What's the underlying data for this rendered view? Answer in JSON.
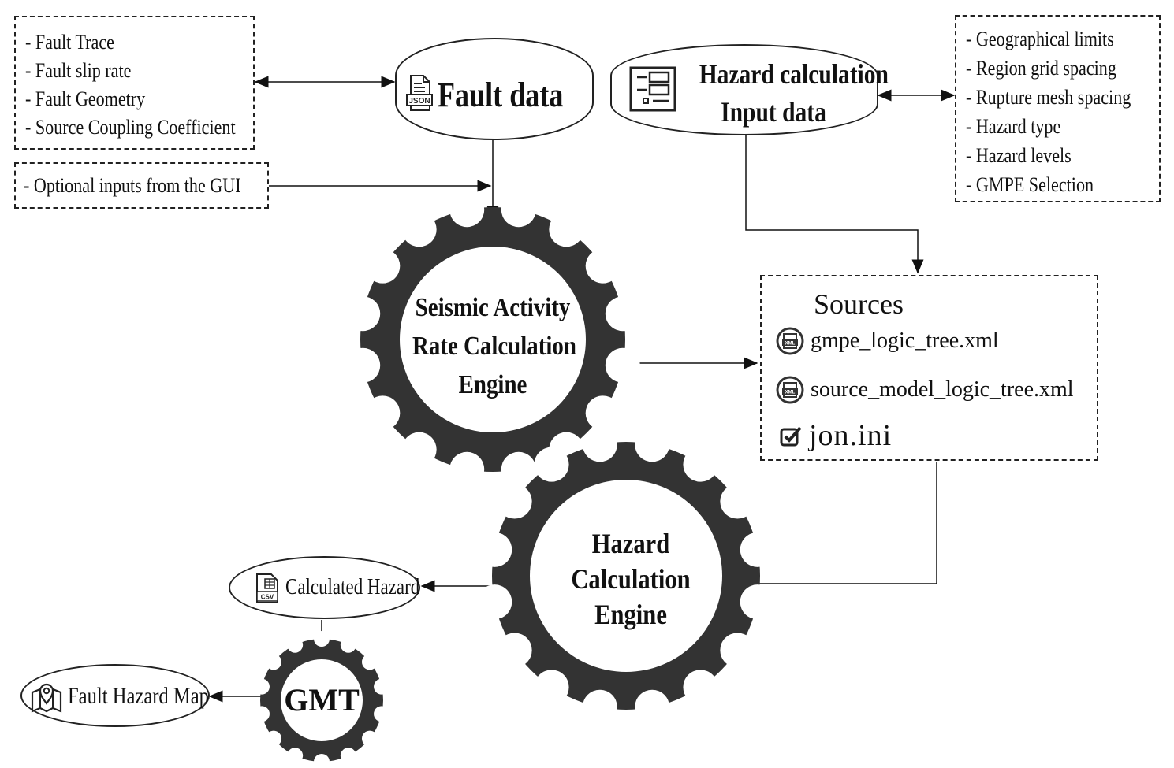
{
  "fault_inputs": [
    "- Fault Trace",
    "- Fault slip rate",
    "- Fault Geometry",
    "- Source Coupling Coefficient"
  ],
  "optional_inputs": "- Optional inputs from the GUI",
  "fault_data": {
    "label": "Fault data",
    "icon_text": "JSON"
  },
  "hazard_input": {
    "line1": "Hazard calculation",
    "line2": "Input data"
  },
  "hazard_params": [
    "- Geographical limits",
    "- Region grid spacing",
    "- Rupture mesh spacing",
    " - Hazard type",
    " - Hazard levels",
    " - GMPE Selection"
  ],
  "engine1": {
    "line1": "Seismic Activity",
    "line2": "Rate Calculation",
    "line3": "Engine"
  },
  "sources": {
    "title": "Sources",
    "file1": "gmpe_logic_tree.xml",
    "file2": "source_model_logic_tree.xml",
    "file3": "jon.ini",
    "xml_icon_text": "XML"
  },
  "engine2": {
    "line1": "Hazard",
    "line2": "Calculation",
    "line3": "Engine"
  },
  "calculated_hazard": {
    "label": "Calculated Hazard",
    "icon_text": "CSV"
  },
  "gmt": {
    "label": "GMT"
  },
  "fault_hazard_map": {
    "label": "Fault Hazard Map"
  },
  "colors": {
    "gear": "#333333",
    "line": "#111111"
  }
}
